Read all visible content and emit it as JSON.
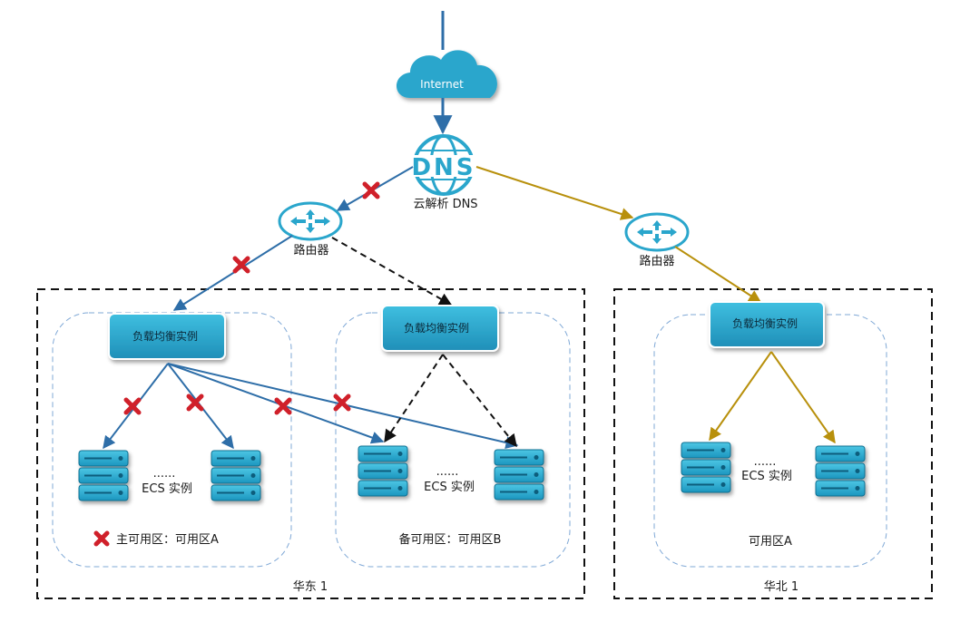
{
  "cloud": {
    "label": "Internet"
  },
  "dns": {
    "icon_text": "DNS",
    "label": "云解析 DNS"
  },
  "routers": [
    {
      "label": "路由器"
    },
    {
      "label": "路由器"
    }
  ],
  "regions": [
    {
      "label": "华东 1"
    },
    {
      "label": "华北 1"
    }
  ],
  "zones": [
    {
      "label": "主可用区：可用区A",
      "failed": true
    },
    {
      "label": "备可用区：可用区B",
      "failed": false
    },
    {
      "label": "可用区A",
      "failed": false
    }
  ],
  "load_balancers": [
    {
      "label": "负载均衡实例"
    },
    {
      "label": "负载均衡实例"
    },
    {
      "label": "负载均衡实例"
    }
  ],
  "ecs_groups": [
    {
      "ellipsis": "......",
      "label": "ECS 实例"
    },
    {
      "ellipsis": "......",
      "label": "ECS 实例"
    },
    {
      "ellipsis": "......",
      "label": "ECS 实例"
    }
  ],
  "colors": {
    "primary_link": "#2e6ea8",
    "secondary_link": "#b8900c",
    "failure_mark": "#d0202a",
    "cloud": "#2aa6cc",
    "server": "#2ab0d2"
  }
}
